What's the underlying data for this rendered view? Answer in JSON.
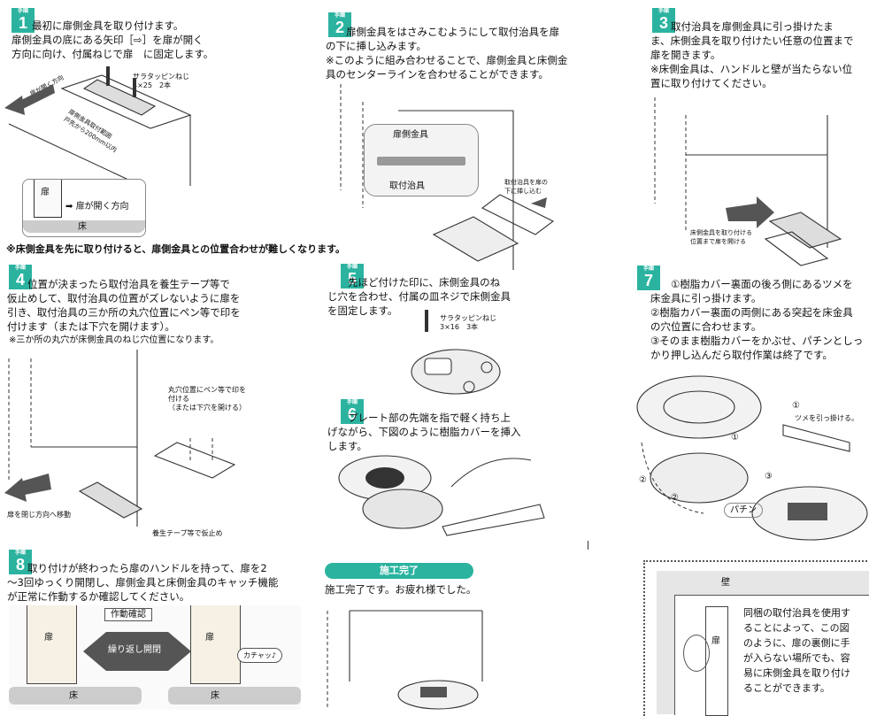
{
  "step_word": "手順",
  "steps": {
    "s1": {
      "num": "1",
      "text": "　　最初に扉側金具を取り付けます。\n扉側金具の底にある矢印［⇨］を扉が開く\n方向に向け、付属ねじで扉　に固定します。",
      "screw": "サラタッピンねじ\n4×25　2本",
      "dir": "扉が開く方向",
      "dim": "扉側金具取付範囲\n戸先から200mm以内",
      "inset_door": "扉",
      "inset_arrow": "扉が開く方向",
      "inset_floor": "床"
    },
    "warning": "※床側金具を先に取り付けると、扉側金具との位置合わせが難しくなります。",
    "s2": {
      "num": "2",
      "text": "　　扉側金具をはさみこむようにして取付治具を扉\nの下に挿し込みます。\n※このように組み合わせることで、扉側金具と床側金\n具のセンターラインを合わせることができます。",
      "label_top": "扉側金具",
      "label_bot": "取付治具",
      "insert": "取付治具を扉の\n下に挿し込む"
    },
    "s3": {
      "num": "3",
      "text": "　　取付治具を扉側金具に引っ掛けたま\nま、床側金具を取り付けたい任意の位置まで\n扉を開きます。\n※床側金具は、ハンドルと壁が当たらない位\n置に取り付けてください。",
      "open": "床側金具を取り付ける\n位置まで扉を開ける"
    },
    "s4": {
      "num": "4",
      "text": "　　位置が決まったら取付治具を養生テープ等で\n仮止めして、取付治具の位置がズレないように扉を\n引き、取付治具の三か所の丸穴位置にペン等で印を\n付けます（または下穴を開けます）。",
      "note": "※三か所の丸穴が床側金具のねじ穴位置になります。",
      "mark": "丸穴位置にペン等で印を\n付ける\n（または下穴を開ける）",
      "move": "扉を閉じ方向へ移動",
      "tape": "養生テープ等で仮止め"
    },
    "s5": {
      "num": "5",
      "text": "　　先ほど付けた印に、床側金具のね\nじ穴を合わせ、付属の皿ネジで床側金具\nを固定します。",
      "screw": "サラタッピンねじ\n3×16　3本"
    },
    "s6": {
      "num": "6",
      "text": "　　プレート部の先端を指で軽く持ち上\nげながら、下図のように樹脂カバーを挿入\nします。"
    },
    "s7": {
      "num": "7",
      "text": "　　①樹脂カバー裏面の後ろ側にあるツメを\n床金具に引っ掛けます。\n②樹脂カバー裏面の両側にある突起を床金具\nの穴位置に合わせます。\n③そのまま樹脂カバーをかぶせ、パチンとしっ\nかり押し込んだら取付作業は終了です。",
      "c1": "①",
      "c2": "②",
      "c3": "③",
      "hook": "ツメを引っ掛ける。",
      "snap": "パチン"
    },
    "s8": {
      "num": "8",
      "text": "　　取り付けが終わったら扉のハンドルを持って、扉を2\n〜3回ゆっくり開閉し、扉側金具と床側金具のキャッチ機能\nが正常に作動するか確認してください。",
      "check": "作動確認",
      "repeat": "繰り返し開閉",
      "door": "扉",
      "floor": "床",
      "click": "カチャッ♪"
    },
    "done": {
      "badge": "施工完了",
      "text": "施工完了です。お疲れ様でした。"
    },
    "box": {
      "wall": "壁",
      "door": "扉",
      "text": "同梱の取付治具を使用す\nることによって、この図\nのように、扉の裏側に手\nが入らない場所でも、容\n易に床側金具を取り付け\nることができます。"
    }
  },
  "colors": {
    "accent": "#2bb3a0",
    "arrow": "#555555"
  }
}
